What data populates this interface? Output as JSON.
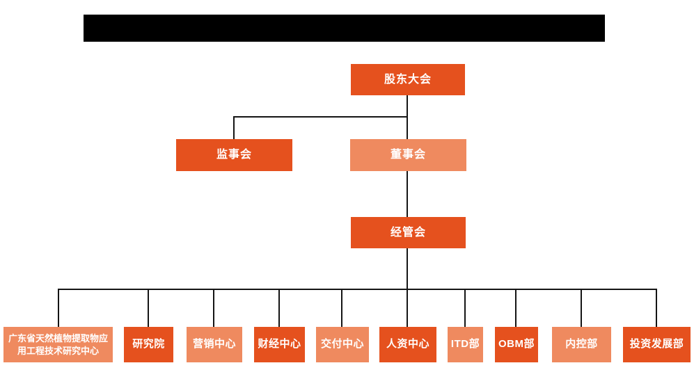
{
  "title_bar": {
    "redacted": true
  },
  "colors": {
    "primary": "#e5511e",
    "light": "#ef8a5f",
    "line": "#141414",
    "text": "#ffffff"
  },
  "chart": {
    "type": "org-chart",
    "nodes": [
      {
        "id": "shareholders-meeting",
        "label": "股东大会",
        "level": 1,
        "variant": "primary",
        "parent": null
      },
      {
        "id": "supervisory-board",
        "label": "监事会",
        "level": 2,
        "variant": "primary",
        "parent": "shareholders-meeting"
      },
      {
        "id": "board-of-directors",
        "label": "董事会",
        "level": 2,
        "variant": "light",
        "parent": "shareholders-meeting"
      },
      {
        "id": "management-committee",
        "label": "经管会",
        "level": 3,
        "variant": "primary",
        "parent": "board-of-directors"
      },
      {
        "id": "guangdong-research-center",
        "label": "广东省天然植物提取物应用工程技术研究中心",
        "level": 4,
        "variant": "light",
        "parent": "management-committee"
      },
      {
        "id": "research-institute",
        "label": "研究院",
        "level": 4,
        "variant": "primary",
        "parent": "management-committee"
      },
      {
        "id": "marketing-center",
        "label": "营销中心",
        "level": 4,
        "variant": "light",
        "parent": "management-committee"
      },
      {
        "id": "finance-center",
        "label": "财经中心",
        "level": 4,
        "variant": "primary",
        "parent": "management-committee"
      },
      {
        "id": "delivery-center",
        "label": "交付中心",
        "level": 4,
        "variant": "light",
        "parent": "management-committee"
      },
      {
        "id": "hr-center",
        "label": "人资中心",
        "level": 4,
        "variant": "primary",
        "parent": "management-committee"
      },
      {
        "id": "itd-department",
        "label": "ITD部",
        "level": 4,
        "variant": "light",
        "parent": "management-committee"
      },
      {
        "id": "obm-department",
        "label": "OBM部",
        "level": 4,
        "variant": "primary",
        "parent": "management-committee"
      },
      {
        "id": "internal-control-department",
        "label": "内控部",
        "level": 4,
        "variant": "light",
        "parent": "management-committee"
      },
      {
        "id": "investment-development-department",
        "label": "投资发展部",
        "level": 4,
        "variant": "primary",
        "parent": "management-committee"
      }
    ]
  }
}
